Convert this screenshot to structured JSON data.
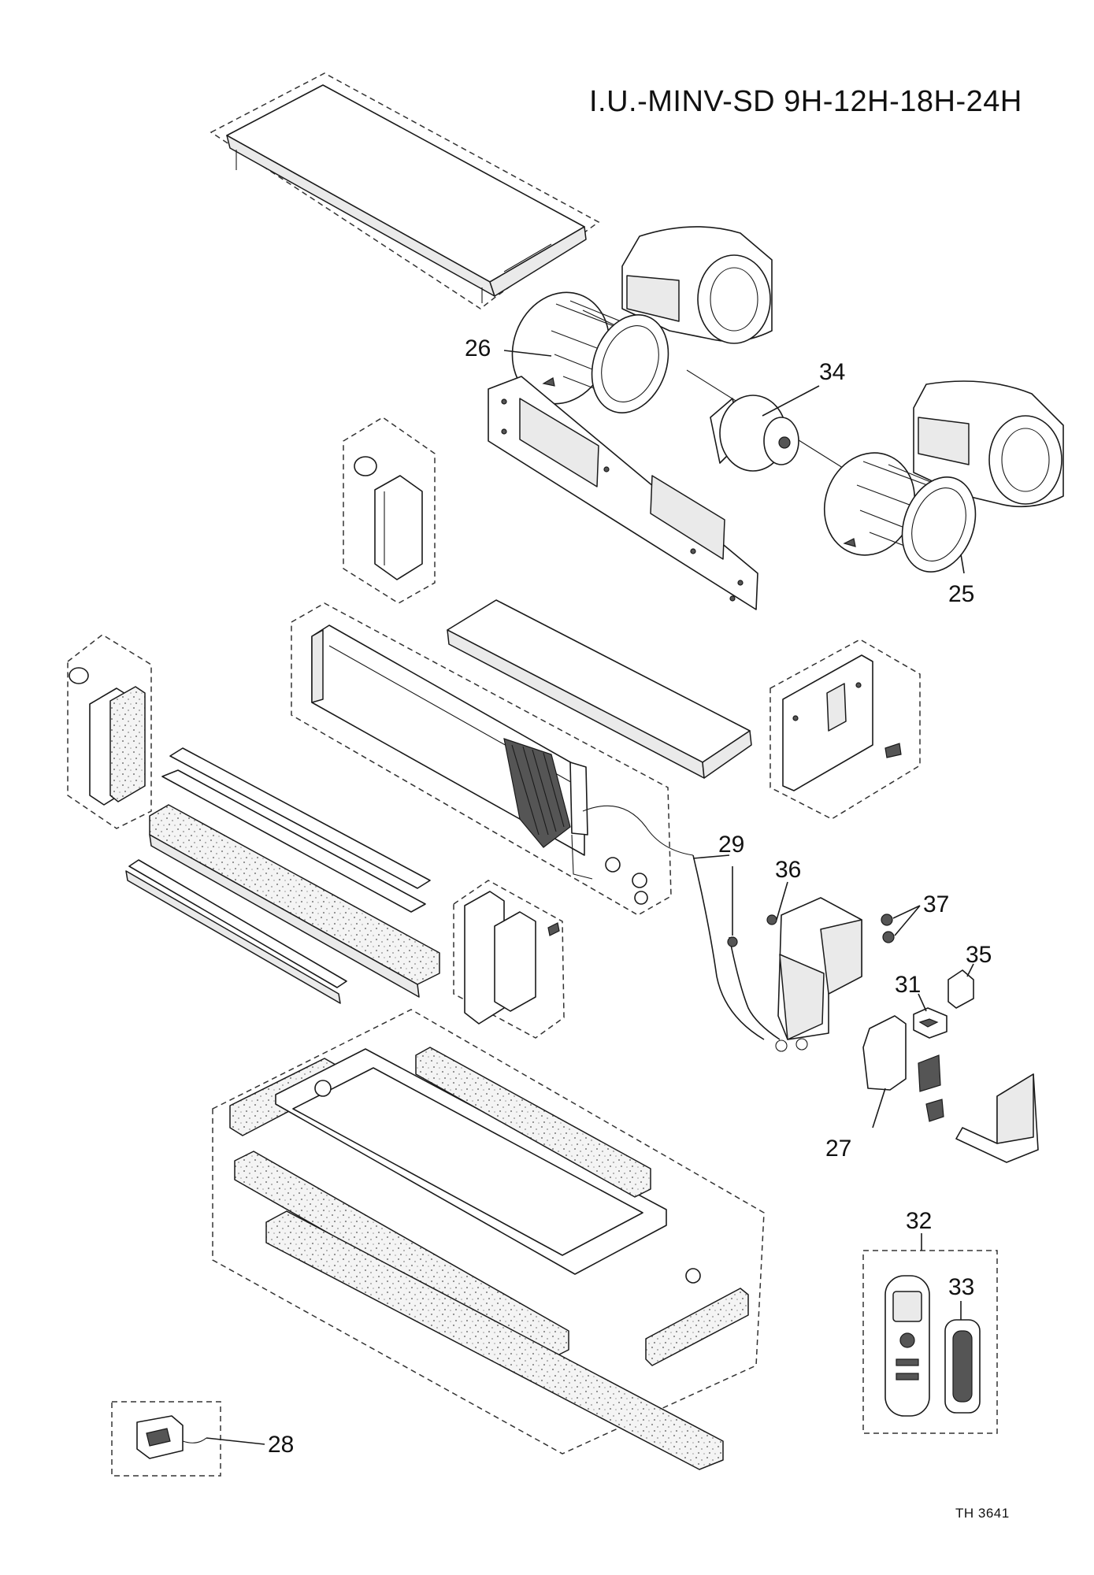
{
  "title": "I.U.-MINV-SD 9H-12H-18H-24H",
  "doc_ref": "TH 3641",
  "callouts": {
    "c25": "25",
    "c26": "26",
    "c27": "27",
    "c28": "28",
    "c29": "29",
    "c31": "31",
    "c32": "32",
    "c33": "33",
    "c34": "34",
    "c35": "35",
    "c36": "36",
    "c37": "37"
  }
}
